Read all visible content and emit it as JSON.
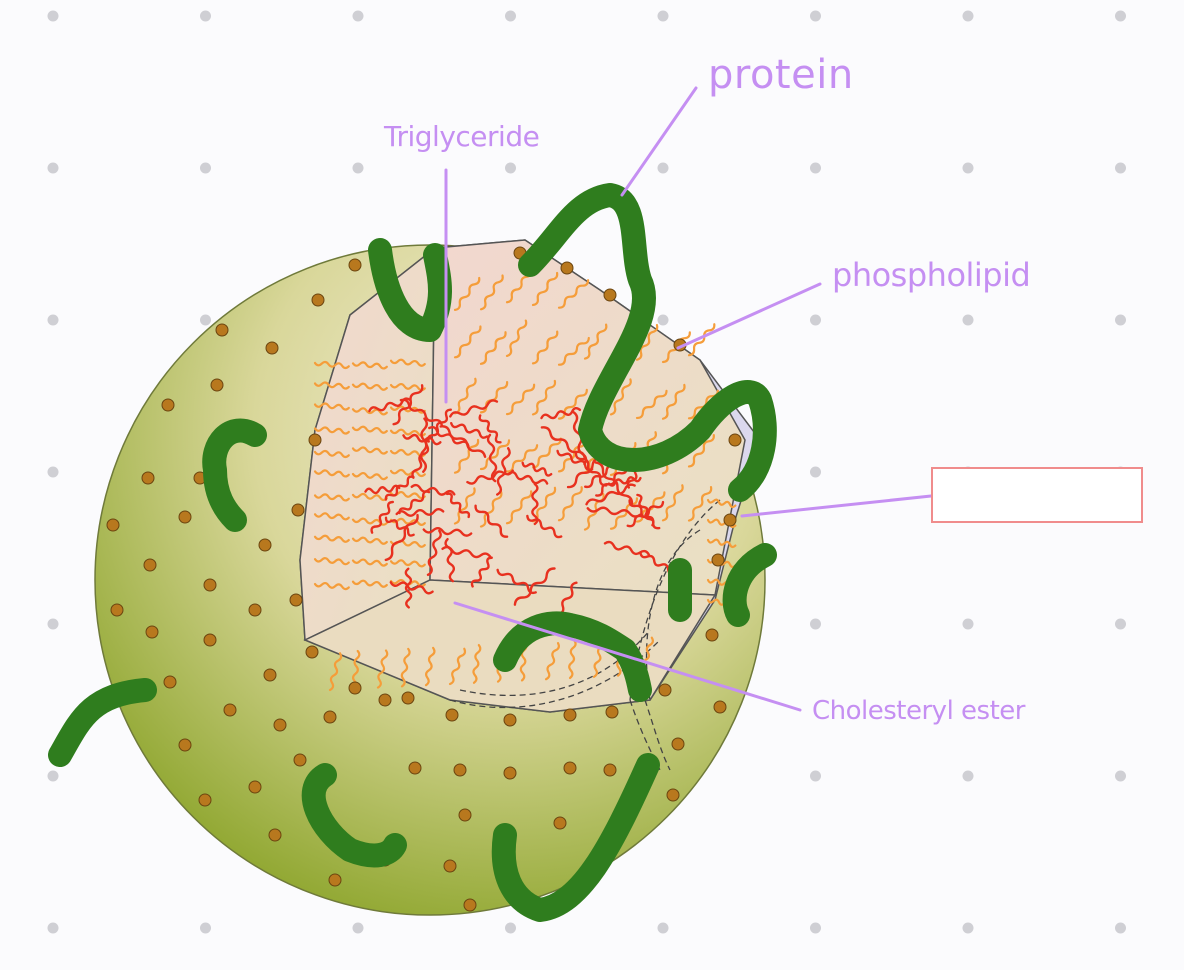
{
  "labels": {
    "protein": "protein",
    "triglyceride": "Triglyceride",
    "phospholipid": "phospholipid",
    "cholesteryl_ester": "Cholesteryl ester"
  },
  "blank_label": "",
  "colors": {
    "label": "#c58ff2",
    "protein": "#2f7d1e",
    "shell_outer": "#7f9c18",
    "shell_inner": "#e8dfb8",
    "cut_face": "#f2d7cf",
    "phospholipid_tail": "#f59d3a",
    "core_lipid": "#e8311f",
    "head_dot": "#b8781e",
    "answer_box_border": "#f08c8c"
  }
}
